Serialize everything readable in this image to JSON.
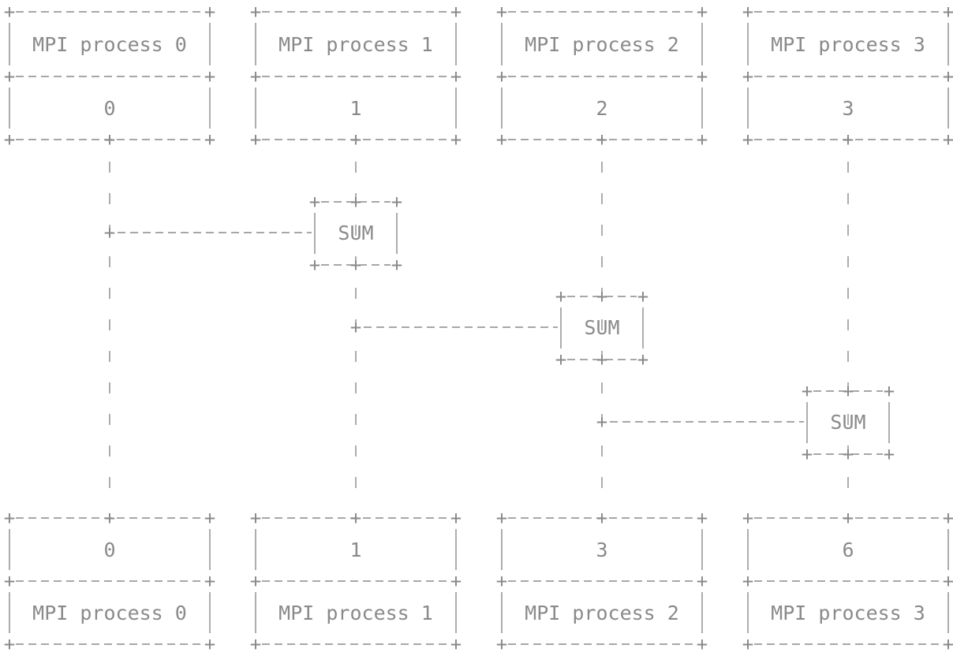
{
  "processes": [
    {
      "label": "MPI process 0",
      "input": "0",
      "output": "0"
    },
    {
      "label": "MPI process 1",
      "input": "1",
      "output": "1"
    },
    {
      "label": "MPI process 2",
      "input": "2",
      "output": "3"
    },
    {
      "label": "MPI process 3",
      "input": "3",
      "output": "6"
    }
  ],
  "operation_label": "SUM"
}
